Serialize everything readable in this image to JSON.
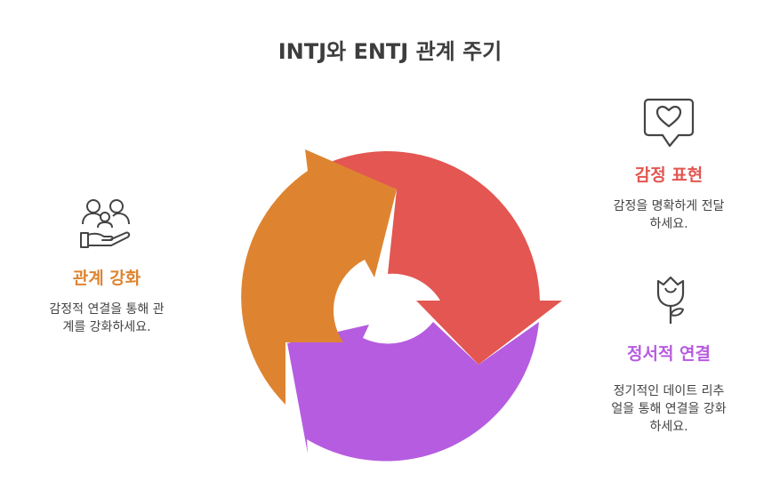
{
  "title": "INTJ와 ENTJ 관계 주기",
  "colors": {
    "red": "#e35651",
    "orange": "#de8430",
    "purple": "#b65ce0",
    "icon_stroke": "#444444"
  },
  "steps": [
    {
      "icon": "heart-speech-bubble-icon",
      "heading": "감정 표현",
      "desc_line1": "감정을 명확하게 전달",
      "desc_line2": "하세요."
    },
    {
      "icon": "rose-icon",
      "heading": "정서적 연결",
      "desc_line1": "정기적인 데이트 리추",
      "desc_line2": "얼을 통해 연결을 강화",
      "desc_line3": "하세요."
    },
    {
      "icon": "people-in-hand-icon",
      "heading": "관계 강화",
      "desc_line1": "감정적 연결을 통해 관",
      "desc_line2": "계를 강화하세요."
    }
  ]
}
